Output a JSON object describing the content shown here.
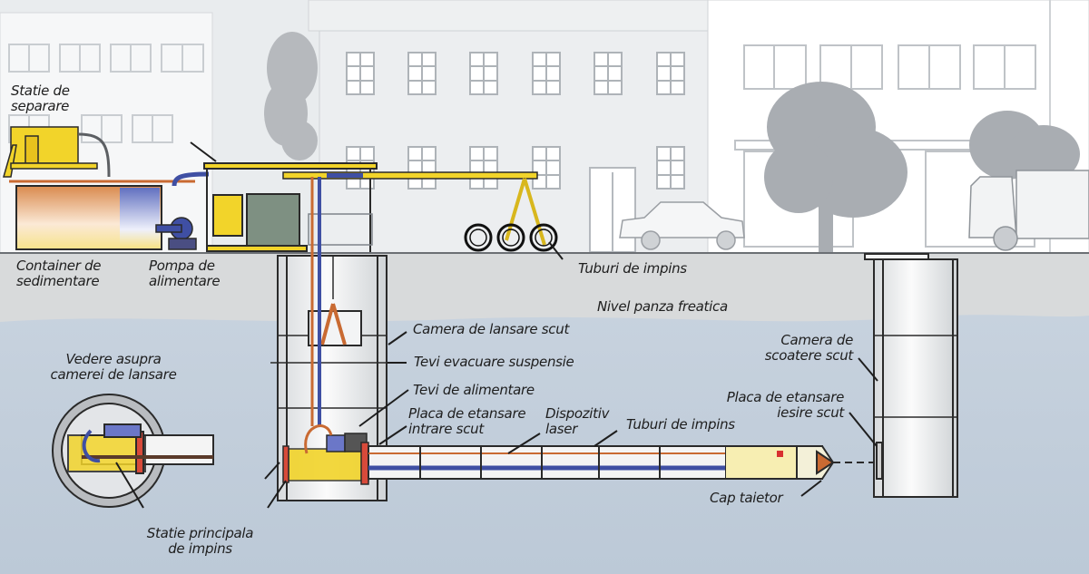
{
  "title": "Microtunelare - schema instalatiei de impingere",
  "colors": {
    "sky": "#eaedef",
    "soil_dry": "#dcdedf",
    "groundwater": "#c3cfdc",
    "equipment_yellow": "#f2d42a",
    "slurry_pipe_blue": "#3f4fa3",
    "feed_pipe_orange": "#c96a32",
    "shaft_gray": "#e4e6e8",
    "line": "#2a2a2a"
  },
  "labels": {
    "separation_station": [
      "Statie de",
      "separare"
    ],
    "sedimentation_container": [
      "Container de",
      "sedimentare"
    ],
    "feed_pump": [
      "Pompa de",
      "alimentare"
    ],
    "jacking_pipes_surface": "Tuburi de impins",
    "groundwater_level": "Nivel panza freatica",
    "launch_shaft": "Camera de lansare scut",
    "slurry_discharge_pipes": "Tevi evacuare suspensie",
    "feed_pipes": "Tevi de alimentare",
    "entry_seal_plate": [
      "Placa de etansare",
      "intrare scut"
    ],
    "laser_device": [
      "Dispozitiv",
      "laser"
    ],
    "jacking_pipes_tunnel": "Tuburi de impins",
    "reception_shaft": [
      "Camera de",
      "scoatere scut"
    ],
    "exit_seal_plate": [
      "Placa de etansare",
      "iesire scut"
    ],
    "cutting_head": "Cap taietor",
    "launch_shaft_top_view": [
      "Vedere asupra",
      "camerei de lansare"
    ],
    "main_jacking_station": [
      "Statie principala",
      "de impins"
    ]
  }
}
